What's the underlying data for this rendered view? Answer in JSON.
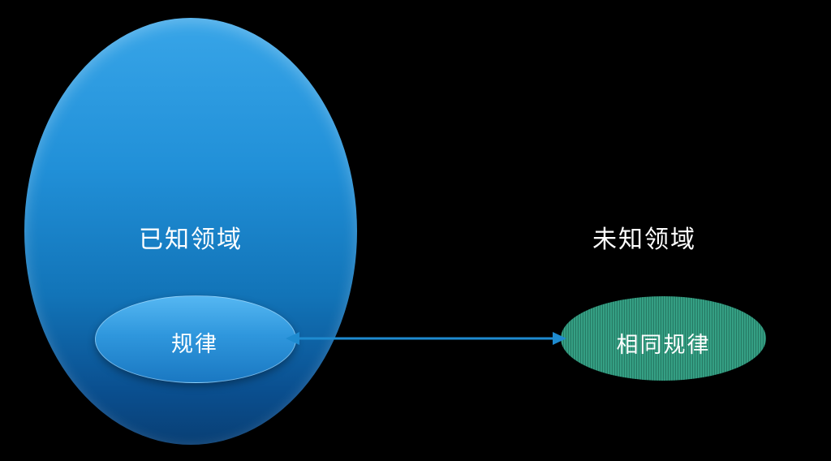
{
  "diagram": {
    "title": "known-vs-unknown-domain-analogy-diagram",
    "background_color": "#000000",
    "known_domain": {
      "label": "已知领域",
      "fill_top": "#38a5e8",
      "fill_bottom": "#093f74",
      "text_color": "#ffffff"
    },
    "law": {
      "label": "规律",
      "fill_top": "#55b7f2",
      "fill_bottom": "#1a78c2",
      "text_color": "#ffffff"
    },
    "unknown_domain": {
      "label": "未知领域",
      "text_color": "#ffffff"
    },
    "same_law": {
      "label": "相同规律",
      "fill": "#2f9c80",
      "texture": "vertical-stripes",
      "text_color": "#ffffff"
    },
    "connector": {
      "type": "double-headed-arrow",
      "color": "#1e8bd0",
      "from": "law",
      "to": "same_law"
    }
  }
}
